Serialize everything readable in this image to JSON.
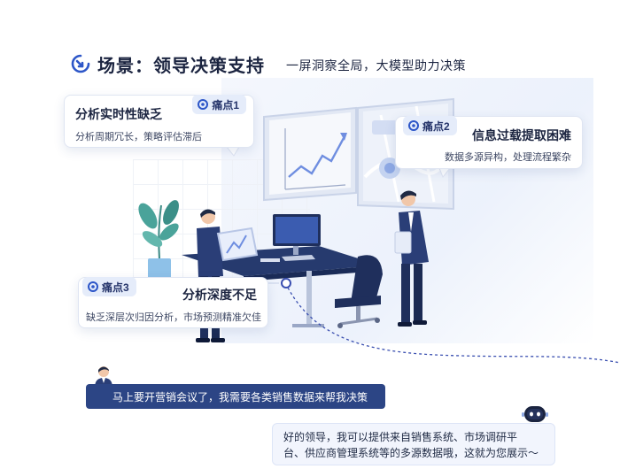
{
  "header": {
    "title": "场景：领导决策支持",
    "subtitle": "一屏洞察全局，大模型助力决策"
  },
  "pain_points": [
    {
      "tag": "痛点1",
      "title": "分析实时性缺乏",
      "desc": "分析周期冗长，策略评估滞后"
    },
    {
      "tag": "痛点2",
      "title": "信息过载提取困难",
      "desc": "数据多源异构，处理流程繁杂"
    },
    {
      "tag": "痛点3",
      "title": "分析深度不足",
      "desc": "缺乏深层次归因分析，市场预测精准欠佳"
    }
  ],
  "chat": {
    "user_message": "马上要开营销会议了，我需要各类销售数据来帮我决策",
    "bot_message_line1": "好的领导，我可以提供来自销售系统、市场调研平",
    "bot_message_line2": "台、供应商管理系统等的多源数据哦，这就为您展示～"
  },
  "colors": {
    "accent": "#2c4585",
    "tag_bg": "#e5ecfa",
    "title_text": "#1b2440",
    "dashed_line": "#3a4fb0"
  },
  "icons": {
    "header": "chart-target-icon",
    "tag": "brand-logo-icon",
    "bot": "robot-avatar-icon",
    "user": "person-avatar-icon"
  }
}
